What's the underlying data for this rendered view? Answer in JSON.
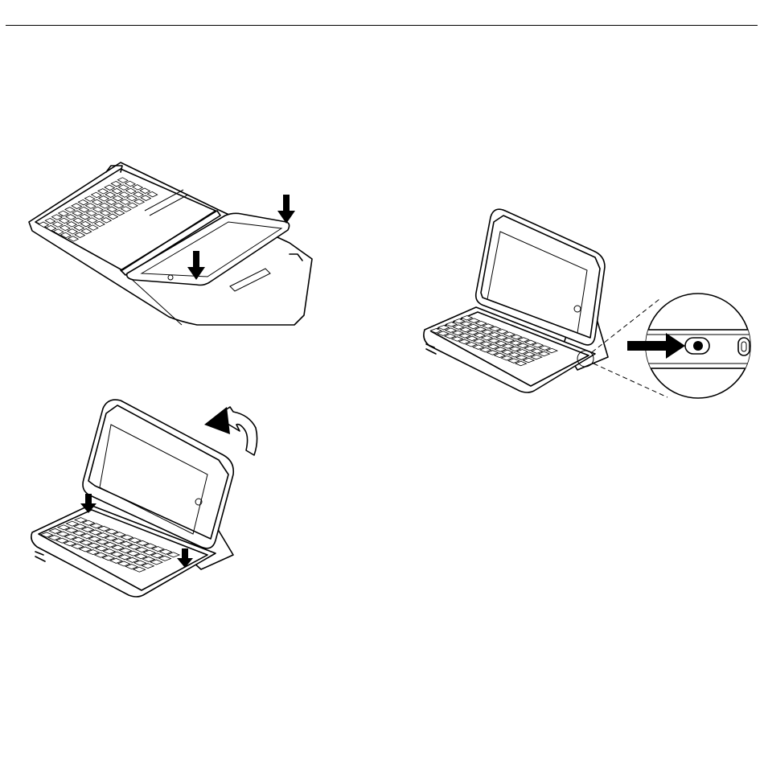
{
  "page": {
    "background": "#ffffff",
    "line_color": "#000000"
  },
  "illustrations": [
    {
      "name": "step-insert-tablet",
      "icon": "tablet-into-cover"
    },
    {
      "name": "step-fold-to-stand",
      "icon": "tablet-stand-with-rotate-arrow"
    },
    {
      "name": "step-power-switch",
      "icon": "tablet-stand-with-switch-zoom"
    }
  ]
}
